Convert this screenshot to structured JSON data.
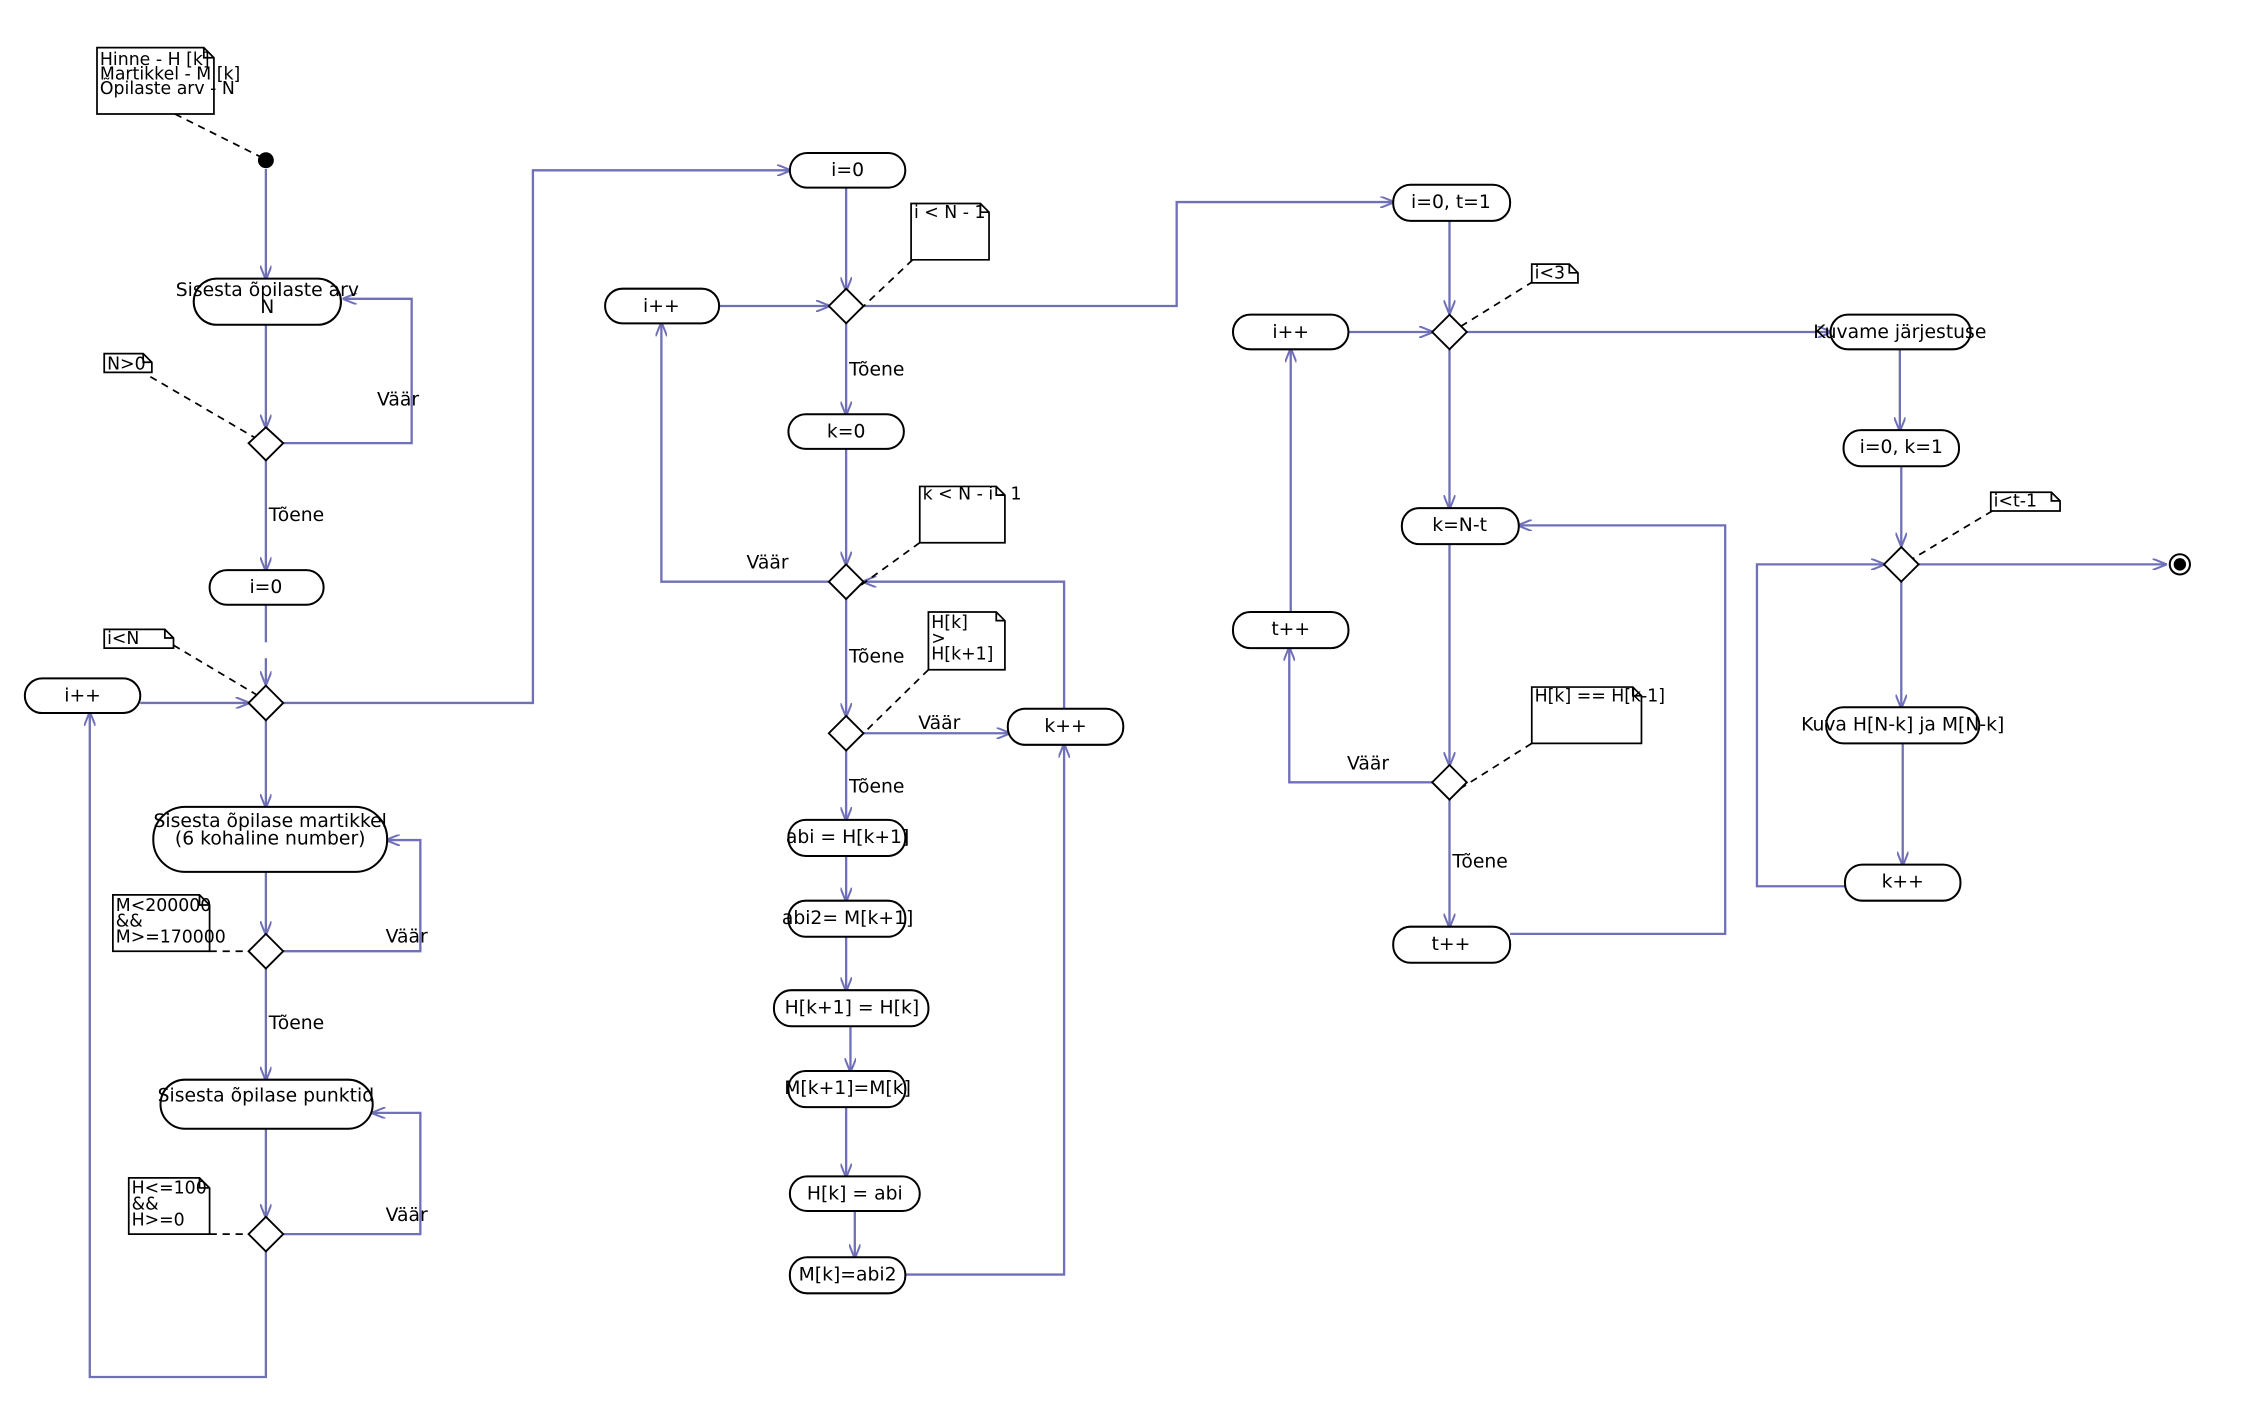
{
  "labels": {
    "true": "Tõene",
    "false": "Väär"
  },
  "nodes": {
    "c1_input_n": [
      "Sisesta õpilaste arv",
      "N"
    ],
    "c1_i0": "i=0",
    "c1_iinc": "i++",
    "c1_input_m": [
      "Sisesta õpilase martikkel",
      "(6 kohaline number)"
    ],
    "c1_input_h": "Sisesta õpilase punktid",
    "c2_i0": "i=0",
    "c2_iinc": "i++",
    "c2_k0": "k=0",
    "c2_kinc": "k++",
    "c2_abi": "abi = H[k+1]",
    "c2_abi2": "abi2= M[k+1]",
    "c2_hk1": "H[k+1] = H[k]",
    "c2_mk1": "M[k+1]=M[k]",
    "c2_hk": "H[k] = abi",
    "c2_mk": "M[k]=abi2",
    "c3_init": "i=0, t=1",
    "c3_iinc": "i++",
    "c3_knt": "k=N-t",
    "c3_tinc_left": "t++",
    "c3_tinc_bottom": "t++",
    "c4_show": "Kuvame järjestuse",
    "c4_init": "i=0, k=1",
    "c4_print": "Kuva H[N-k] ja M[N-k]",
    "c4_kinc": "k++"
  },
  "notes": {
    "vars": [
      "Hinne - H [k]",
      "Martikkel - M [k]",
      "Õpilaste arv - N"
    ],
    "n_pos": [
      "N>0"
    ],
    "i_lt_n": [
      "i<N"
    ],
    "m_range": [
      "M<200000",
      "&&",
      "M>=170000"
    ],
    "h_range": [
      "H<=100",
      "&&",
      "H>=0"
    ],
    "i_lt_n1": [
      "i < N - 1"
    ],
    "k_lt": [
      "k < N - i - 1"
    ],
    "hk_gt": [
      "H[k]",
      " >",
      "H[k+1]"
    ],
    "i_lt_3": [
      "i<3"
    ],
    "hk_eq": [
      "H[k] == H[k-1]"
    ],
    "i_lt_t1": [
      "i<t-1"
    ]
  }
}
